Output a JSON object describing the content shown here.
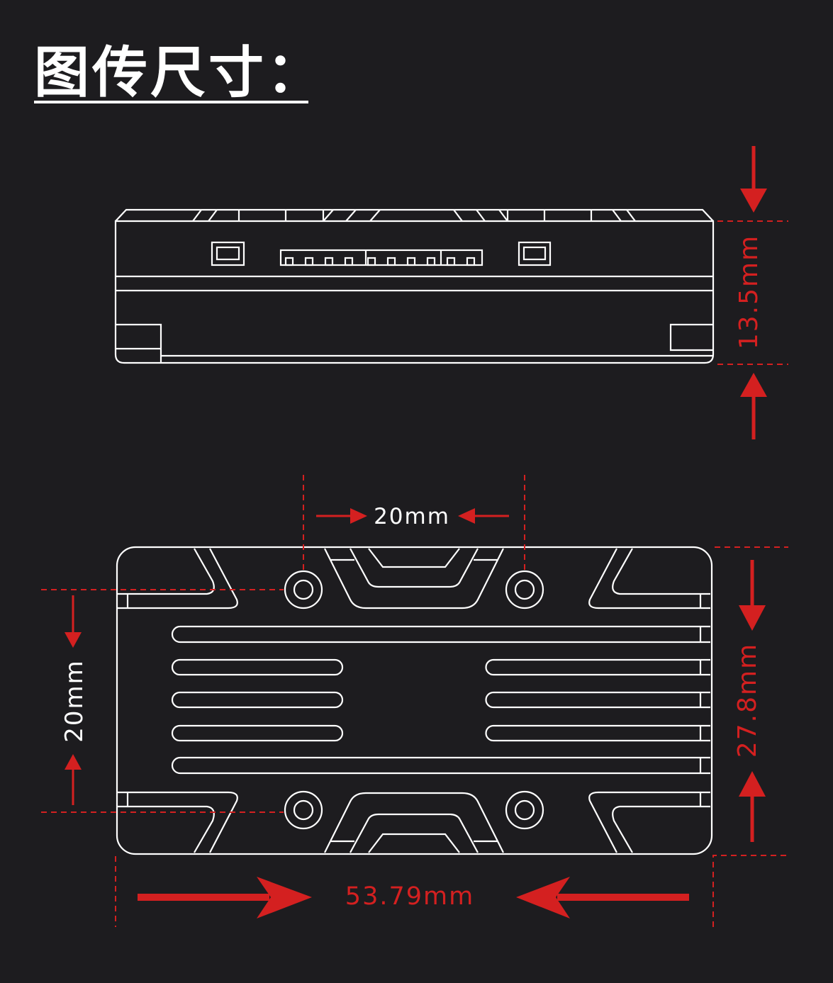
{
  "title": "图传尺寸：",
  "colors": {
    "background": "#1d1c1f",
    "outline": "#ffffff",
    "dimension": "#d42020",
    "dimension_text_light": "#ffffff"
  },
  "dimensions": {
    "height": "13.5mm",
    "hole_spacing_horizontal": "20mm",
    "hole_spacing_vertical": "20mm",
    "width_short": "27.8mm",
    "length": "53.79mm"
  }
}
